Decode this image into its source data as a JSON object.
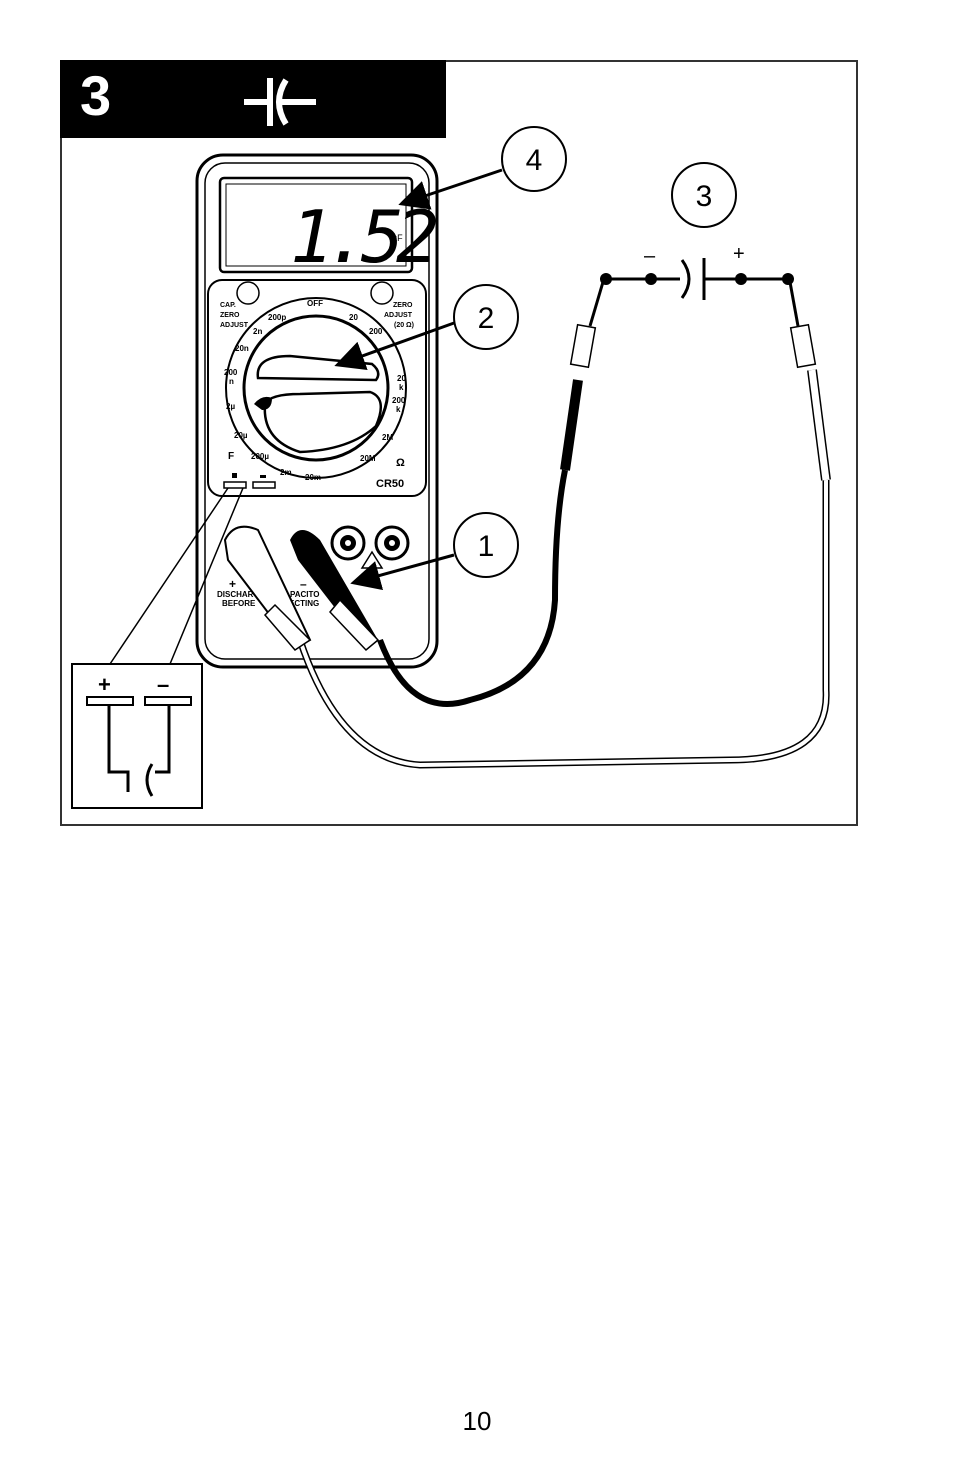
{
  "header": {
    "step_number": "3",
    "mode_icon": "capacitor-symbol-icon"
  },
  "meter": {
    "display_value": "1.52",
    "display_unit": "µF",
    "model": "CR50",
    "cap_zero_adjust": [
      "CAP.",
      "ZERO",
      "ADJUST"
    ],
    "zero_adjust": [
      "ZERO",
      "ADJUST",
      "(20 Ω)"
    ],
    "dial_labels": {
      "off": "OFF",
      "p200": "200p",
      "n2": "2n",
      "n20": "20n",
      "n200a": "200",
      "n200b": "n",
      "u2": "2µ",
      "u20": "20µ",
      "u200": "200µ",
      "m2": "2m",
      "m20": "20m",
      "r20": "20",
      "r200": "200",
      "k20a": "20",
      "k20b": "k",
      "k200a": "200",
      "k200b": "k",
      "M2": "2M",
      "M20": "20M",
      "F": "F",
      "ohm": "Ω"
    },
    "jack_signs": {
      "plus": "+",
      "minus": "–"
    },
    "warning_text": [
      "DISCHAR",
      "PACITO",
      "BEFORE",
      "ECTING"
    ]
  },
  "callouts": [
    "1",
    "2",
    "3",
    "4"
  ],
  "capacitor_polarity": {
    "minus": "–",
    "plus": "+"
  },
  "inset": {
    "plus": "+",
    "minus": "–"
  },
  "page_number": "10"
}
